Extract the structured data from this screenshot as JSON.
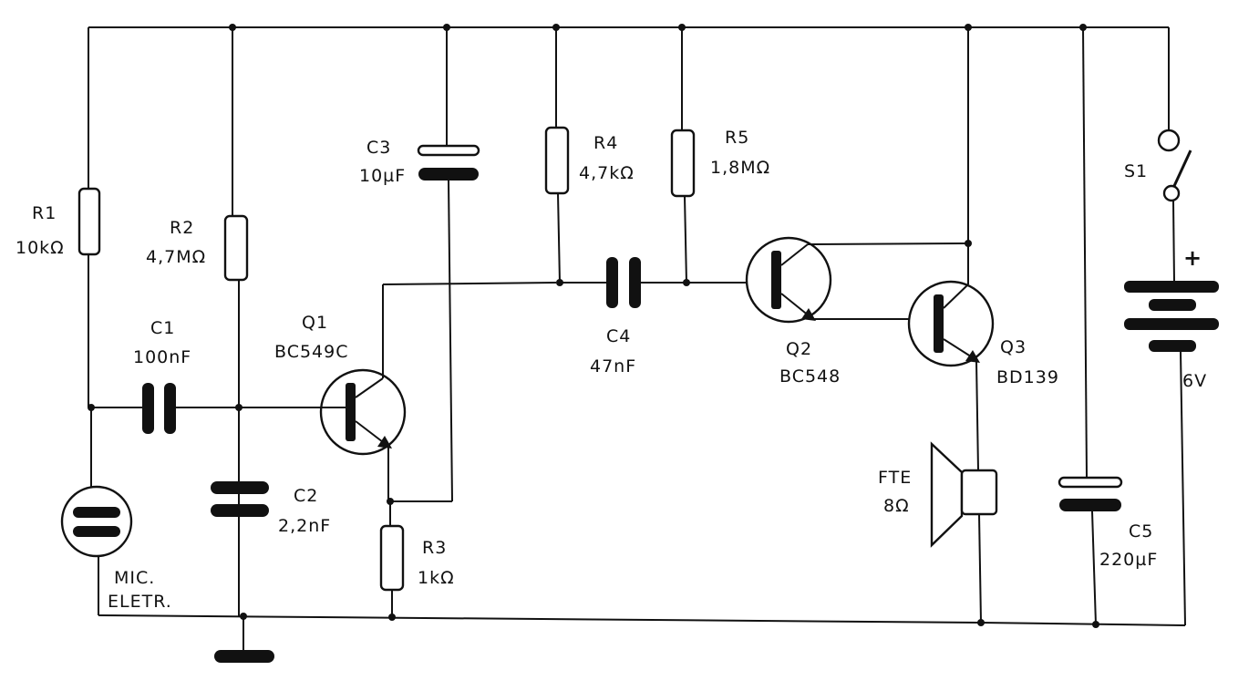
{
  "components": {
    "r1": {
      "ref": "R1",
      "value": "10kΩ"
    },
    "r2": {
      "ref": "R2",
      "value": "4,7MΩ"
    },
    "r3": {
      "ref": "R3",
      "value": "1kΩ"
    },
    "r4": {
      "ref": "R4",
      "value": "4,7kΩ"
    },
    "r5": {
      "ref": "R5",
      "value": "1,8MΩ"
    },
    "c1": {
      "ref": "C1",
      "value": "100nF"
    },
    "c2": {
      "ref": "C2",
      "value": "2,2nF"
    },
    "c3": {
      "ref": "C3",
      "value": "10µF"
    },
    "c4": {
      "ref": "C4",
      "value": "47nF"
    },
    "c5": {
      "ref": "C5",
      "value": "220µF"
    },
    "q1": {
      "ref": "Q1",
      "value": "BC549C"
    },
    "q2": {
      "ref": "Q2",
      "value": "BC548"
    },
    "q3": {
      "ref": "Q3",
      "value": "BD139"
    },
    "mic": {
      "line1": "MIC.",
      "line2": "ELETR."
    },
    "speaker": {
      "ref": "FTE",
      "value": "8Ω"
    },
    "switch": {
      "ref": "S1"
    },
    "battery": {
      "plus": "+",
      "value": "6V"
    }
  }
}
